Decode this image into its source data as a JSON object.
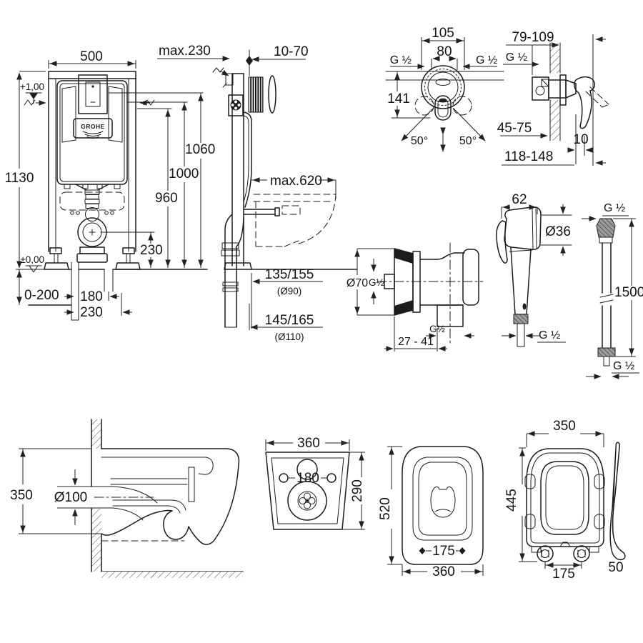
{
  "brand": "GROHE",
  "frameFront": {
    "width": "500",
    "depth": "max.230",
    "levelTop": "+1,00",
    "height": "1130",
    "dim1060": "1060",
    "dim1000": "1000",
    "dim960": "960",
    "drainHeight": "230",
    "levelZero": "±0,00",
    "recess": "0-200",
    "span180": "180",
    "span230": "230"
  },
  "frameSide": {
    "plate": "10-70",
    "bowl": "max.620",
    "out1": "135/155",
    "out1d": "(Ø90)",
    "out2": "145/165",
    "out2d": "(Ø110)"
  },
  "mixerFront": {
    "w105": "105",
    "w80": "80",
    "gLeft": "G ½",
    "gRight": "G ½",
    "h141": "141",
    "angL": "50°",
    "angR": "50°"
  },
  "mixerSide": {
    "range": "79-109",
    "g": "G ½",
    "wall": "45-75",
    "off": "10",
    "depth": "118-148"
  },
  "outlet": {
    "dia": "Ø70",
    "gIn": "G½",
    "gOut": "G½",
    "off": "27 - 41"
  },
  "shower": {
    "w": "62",
    "dia": "Ø36",
    "g": "G ½"
  },
  "hose": {
    "gTop": "G ½",
    "len": "1500",
    "gBot": "G ½"
  },
  "panSide": {
    "h": "350",
    "dia": "Ø100"
  },
  "panBack": {
    "w": "360",
    "holes": "180",
    "h": "290"
  },
  "panTop": {
    "d": "520",
    "holes": "175",
    "w": "360"
  },
  "seat": {
    "w": "350",
    "h": "445",
    "hinge": "175",
    "t": "50"
  }
}
